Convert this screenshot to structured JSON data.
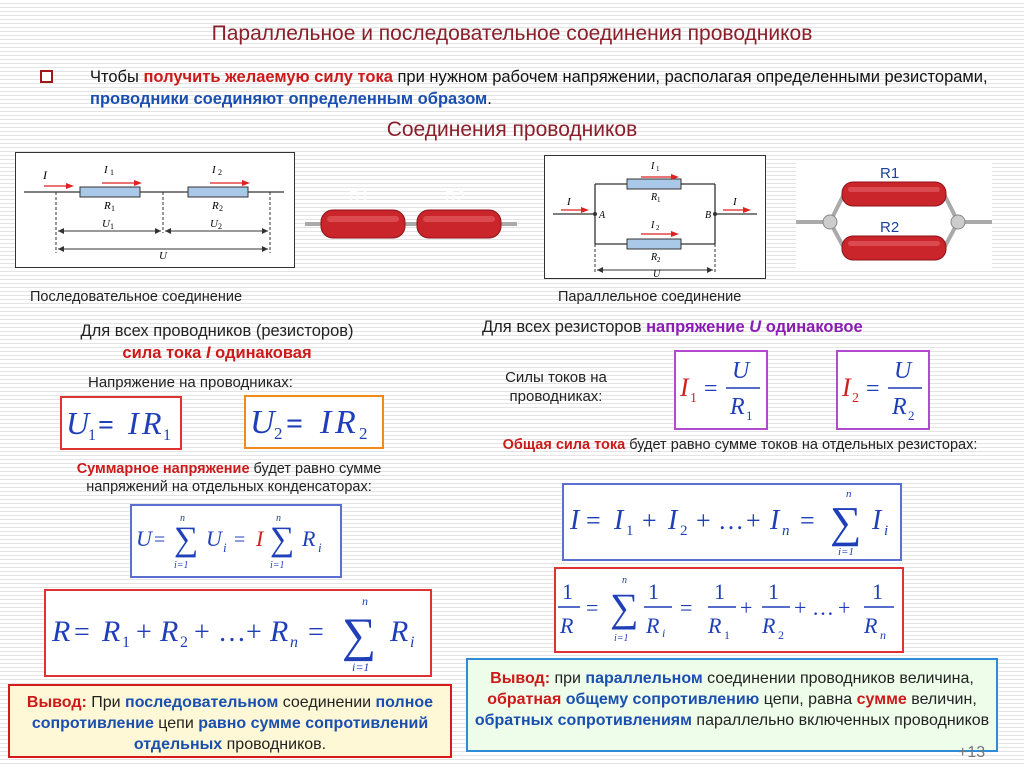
{
  "title": "Параллельное и последовательное соединения проводников",
  "intro": {
    "p1": "Чтобы ",
    "h1": "получить желаемую силу тока",
    "p2": " при нужном рабочем напряжении, располагая определенными резисторами, ",
    "h2": "проводники соединяют определенным образом",
    "p3": "."
  },
  "subtitle": "Соединения  проводников",
  "series": {
    "caption": "Последовательное соединение",
    "diagram_labels": {
      "I": "I",
      "I1": "I",
      "I1_sub": "1",
      "I2": "I",
      "I2_sub": "2",
      "R1": "R",
      "R1_sub": "1",
      "R2": "R",
      "R2_sub": "2",
      "U1": "U",
      "U1_sub": "1",
      "U2": "U",
      "U2_sub": "2",
      "U": "U"
    },
    "photo_labels": {
      "r1": "R1",
      "r2": "R2"
    },
    "rule_line1": "Для всех проводников (резисторов)",
    "rule_line2": "сила тока ",
    "rule_I": "I",
    "rule_line2b": " одинаковая",
    "voltage_label": "Напряжение на проводниках:",
    "sum_red": "Суммарное напряжение",
    "sum_rest1": " будет равно сумме",
    "sum_rest2": "напряжений на отдельных конденсаторах:",
    "conclusion": {
      "t1": "Вывод:",
      "t2": " При ",
      "t3": "последовательном",
      "t4": " соединении ",
      "t5": "полное сопротивление",
      "t6": " цепи ",
      "t7": "равно сумме сопротивлений отдельных",
      "t8": " проводников."
    }
  },
  "parallel": {
    "caption": "Параллельное соединение",
    "diagram_labels": {
      "I_in": "I",
      "A": "A",
      "B": "B",
      "I_out": "I",
      "I1": "I",
      "I1_sub": "1",
      "R1": "R",
      "R1_sub": "1",
      "I2": "I",
      "I2_sub": "2",
      "R2": "R",
      "R2_sub": "2",
      "U": "U"
    },
    "photo_labels": {
      "r1": "R1",
      "r2": "R2"
    },
    "rule_p1": "Для всех резисторов ",
    "rule_p2": "напряжение ",
    "rule_U": "U",
    "rule_p3": " одинаковое",
    "currents_label": "Силы токов на проводниках:",
    "total_red": "Общая сила тока",
    "total_rest": " будет равно сумме токов на отдельных резисторах:",
    "conclusion": {
      "t1": "Вывод:",
      "t2": " при ",
      "t3": "параллельном",
      "t4": " соединении проводников величина, ",
      "t5": "обратная",
      "t6": " ",
      "t7": "общему сопротивлению",
      "t8": " цепи, равна ",
      "t9": "сумме",
      "t10": " величин, ",
      "t11": "обратных сопротивлениям",
      "t12": " параллельно включенных проводников"
    }
  },
  "formulas": {
    "U1": {
      "lhs": "U",
      "lsub": "1",
      "eq": " = ",
      "I": "I",
      "R": "R",
      "rsub": "1"
    },
    "U2": {
      "lhs": "U",
      "lsub": "2",
      "eq": " = ",
      "I": "I",
      "R": "R",
      "rsub": "2"
    },
    "I1": {
      "lhs": "I",
      "lsub": "1",
      "eq": "=",
      "num": "U",
      "den": "R",
      "dsub": "1"
    },
    "I2": {
      "lhs": "I",
      "lsub": "2",
      "eq": "=",
      "num": "U",
      "den": "R",
      "dsub": "2"
    },
    "Usum": "U = Σ U_i = I Σ R_i",
    "Rsum": "R = R1 + R2 + ... + Rn = Σ Ri",
    "Isum": "I = I1 + I2 + ... + In = Σ Ii",
    "Rinv": "1/R = Σ 1/Ri = 1/R1 + 1/R2 + ... + 1/Rn",
    "sum_top": "n",
    "sum_bottom": "i=1",
    "sigma": "∑",
    "dots": "…"
  },
  "page_number": "+13",
  "colors": {
    "title": "#8a1f2a",
    "red": "#cc1a1a",
    "blue": "#1a4fb0",
    "purple": "#8a1bb3",
    "formula": "#1f3fb8"
  }
}
